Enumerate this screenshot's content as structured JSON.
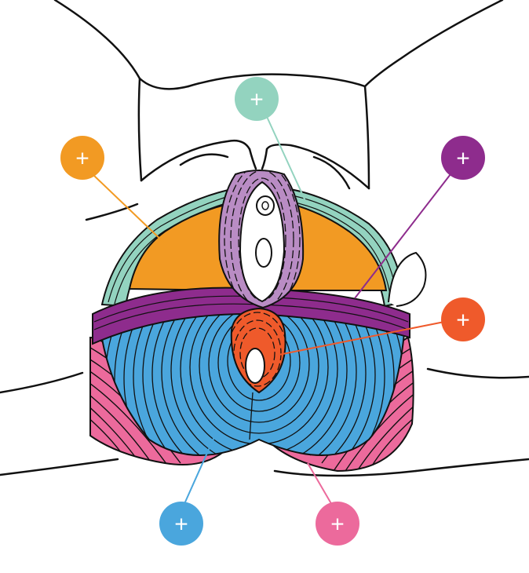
{
  "hotspots": [
    {
      "id": "teal",
      "symbol": "+",
      "color": "#93d3bf"
    },
    {
      "id": "orange",
      "symbol": "+",
      "color": "#f29a23"
    },
    {
      "id": "purple",
      "symbol": "+",
      "color": "#8e2c8d"
    },
    {
      "id": "red",
      "symbol": "+",
      "color": "#ef5a2b"
    },
    {
      "id": "blue",
      "symbol": "+",
      "color": "#4aa6dd"
    },
    {
      "id": "pink",
      "symbol": "+",
      "color": "#ec6a9c"
    }
  ],
  "tissue_colors": {
    "teal": "#93d3bf",
    "orange": "#f29a23",
    "purple": "#8e2c8d",
    "lavender": "#b98cc4",
    "red": "#ef5a2b",
    "blue": "#4aa6dd",
    "pink": "#ec6a9c",
    "outline": "#111111"
  }
}
